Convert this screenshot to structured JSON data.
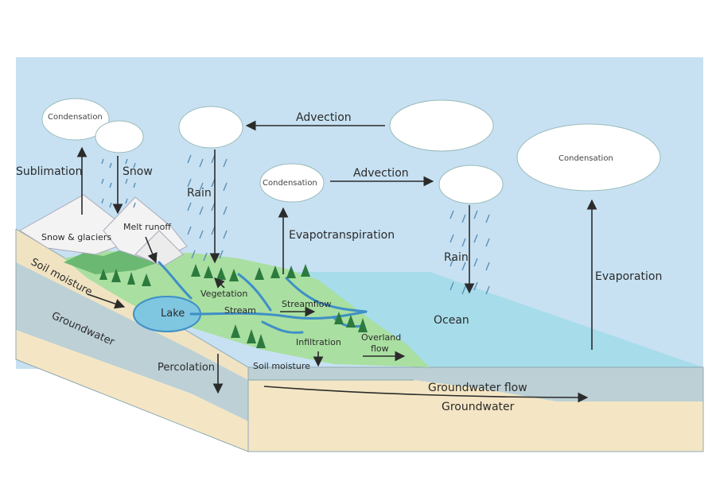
{
  "labels": {
    "condensation_left": "Condensation",
    "condensation_mid": "Condensation",
    "condensation_right": "Condensation",
    "sublimation": "Sublimation",
    "snow": "Snow",
    "advection_top": "Advection",
    "advection_mid": "Advection",
    "rain_left": "Rain",
    "rain_right": "Rain",
    "evapotranspiration": "Evapotranspiration",
    "evaporation": "Evaporation",
    "snow_glaciers": "Snow & glaciers",
    "melt_runoff": "Melt runoff",
    "soil_moisture_left": "Soil moisture",
    "vegetation": "Vegetation",
    "lake": "Lake",
    "stream": "Stream",
    "streamflow": "Streamflow",
    "ocean": "Ocean",
    "groundwater_left": "Groundwater",
    "percolation": "Percolation",
    "infiltration": "Infiltration",
    "overland_flow_1": "Overland",
    "overland_flow_2": "flow",
    "soil_moisture_right": "Soil moisture",
    "groundwater_flow": "Groundwater flow",
    "groundwater_right": "Groundwater"
  },
  "colors": {
    "sky": "#c7e1f2",
    "ocean": "#a7dcea",
    "land": "#a9dfa0",
    "soil": "#f0e3c2",
    "groundwater": "#bcd0d6",
    "bedrock": "#f4e6c4",
    "mountain": "#f3f3f3",
    "cloud": "#ffffff",
    "tree": "#2d7a3e",
    "stream": "#3f8fc7"
  }
}
